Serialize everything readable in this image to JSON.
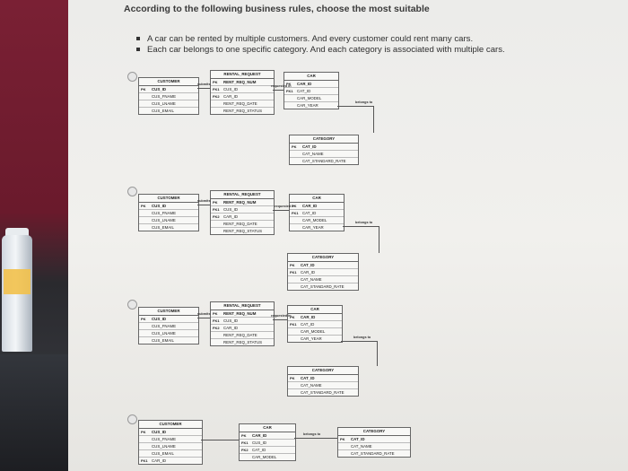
{
  "question": {
    "title": "According to the following business rules, choose the most suitable"
  },
  "rules": [
    "A car can be rented by multiple customers. And every customer could rent many cars.",
    "Each car belongs to one specific category. And each category is associated with multiple cars."
  ],
  "entities": {
    "customer": {
      "name": "CUSTOMER",
      "fields": [
        {
          "tag": "PK",
          "name": "CUS_ID"
        },
        {
          "tag": "",
          "name": "CUS_FNAME"
        },
        {
          "tag": "",
          "name": "CUS_LNAME"
        },
        {
          "tag": "",
          "name": "CUS_EMAIL"
        }
      ]
    },
    "rental": {
      "name": "RENTAL_REQUEST",
      "fields": [
        {
          "tag": "PK",
          "name": "RENT_REQ_NUM"
        },
        {
          "tag": "FK1",
          "name": "CUS_ID"
        },
        {
          "tag": "FK2",
          "name": "CAR_ID"
        },
        {
          "tag": "",
          "name": "RENT_REQ_DATE"
        },
        {
          "tag": "",
          "name": "RENT_REQ_STATUS"
        }
      ]
    },
    "car": {
      "name": "CAR",
      "fields": [
        {
          "tag": "PK",
          "name": "CAR_ID"
        },
        {
          "tag": "FK1",
          "name": "CAT_ID"
        },
        {
          "tag": "",
          "name": "CAR_MODEL"
        },
        {
          "tag": "",
          "name": "CAR_YEAR"
        }
      ]
    },
    "category": {
      "name": "CATEGORY",
      "fields": [
        {
          "tag": "PK",
          "name": "CAT_ID"
        },
        {
          "tag": "",
          "name": "CAT_NAME"
        },
        {
          "tag": "",
          "name": "CAT_STANDARD_RATE"
        }
      ]
    },
    "category_fk": {
      "name": "CATEGORY",
      "fields": [
        {
          "tag": "PK",
          "name": "CAT_ID"
        },
        {
          "tag": "FK1",
          "name": "CAR_ID"
        },
        {
          "tag": "",
          "name": "CAT_NAME"
        },
        {
          "tag": "",
          "name": "CAT_STANDARD_RATE"
        }
      ]
    },
    "car_d": {
      "name": "CAR",
      "fields": [
        {
          "tag": "PK",
          "name": "CAR_ID"
        },
        {
          "tag": "FK1",
          "name": "CUS_ID"
        },
        {
          "tag": "FK2",
          "name": "CAT_ID"
        },
        {
          "tag": "",
          "name": "CAR_MODEL"
        }
      ]
    },
    "customer_d": {
      "name": "CUSTOMER",
      "fields": [
        {
          "tag": "PK",
          "name": "CUS_ID"
        },
        {
          "tag": "",
          "name": "CUS_FNAME"
        },
        {
          "tag": "",
          "name": "CUS_LNAME"
        },
        {
          "tag": "",
          "name": "CUS_EMAIL"
        },
        {
          "tag": "FK1",
          "name": "CAR_ID"
        }
      ]
    },
    "category_d": {
      "name": "CATEGORY",
      "fields": [
        {
          "tag": "PK",
          "name": "CAT_ID"
        },
        {
          "tag": "",
          "name": "CAT_NAME"
        },
        {
          "tag": "",
          "name": "CAT_STANDARD_RATE"
        }
      ]
    }
  },
  "relation_labels": {
    "submits": "submits",
    "requested_in": "requested in",
    "belongs_to": "belongs to"
  }
}
